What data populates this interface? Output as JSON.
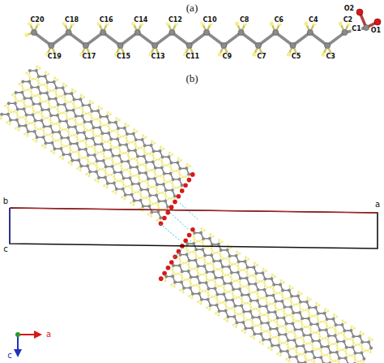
{
  "diagram": {
    "labels": [
      "(a)",
      "C20",
      "C19",
      "C18",
      "C17",
      "C16",
      "C15",
      "C14",
      "C13",
      "C12",
      "C11",
      "C10",
      "C9",
      "C8",
      "C7",
      "C6",
      "C5",
      "C4",
      "C3",
      "C2",
      "C1",
      "O2",
      "O1",
      "(b)",
      "b",
      "a",
      "c",
      "a",
      "c"
    ]
  }
}
